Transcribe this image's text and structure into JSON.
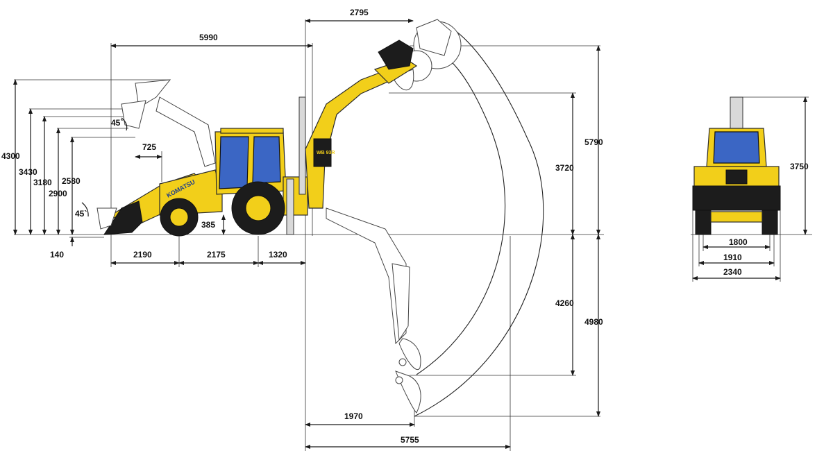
{
  "dimensions": {
    "total_length": "5990",
    "arm_reach_top": "2795",
    "loader_height_max": "4300",
    "loader_height_2": "3430",
    "loader_height_3": "3180",
    "loader_height_4": "2900",
    "loader_height_5": "2580",
    "dump_reach": "725",
    "angle_top": "45`",
    "angle_bottom": "45`",
    "dig_depth_below_ground": "140",
    "front_overhang": "2190",
    "wheelbase": "2175",
    "rear_overhang": "1320",
    "ground_clearance": "385",
    "dig_height_max": "5790",
    "dump_height": "3720",
    "dig_depth_1": "4260",
    "dig_depth_2": "4980",
    "bucket_reach_at_depth": "1970",
    "max_reach": "5755",
    "front_height": "3750",
    "front_width_1": "1800",
    "front_width_2": "1910",
    "front_width_3": "2340"
  },
  "machine": {
    "brand": "KOMATSU",
    "model": "WB 93R"
  },
  "colors": {
    "body": "#f2cf1a",
    "glass": "#3b66c4",
    "tire": "#1c1c1c",
    "lines": "#1a1a1a"
  }
}
